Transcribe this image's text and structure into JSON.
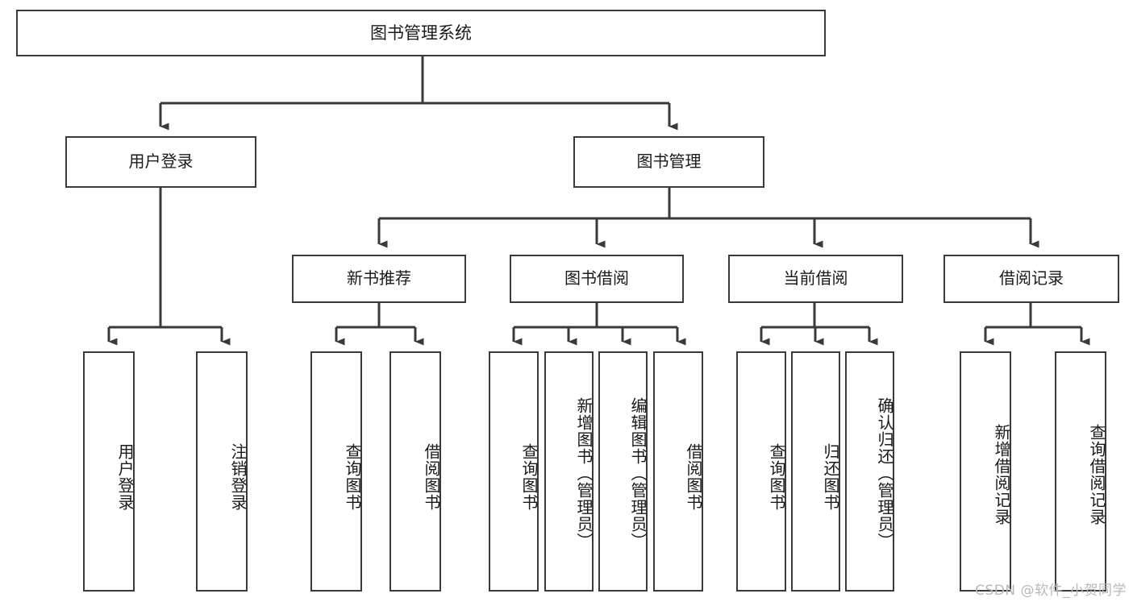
{
  "diagram": {
    "title": "图书管理系统",
    "type": "tree",
    "orientation": "top-down",
    "line_color": "#3a3a3a",
    "box_fill": "#ffffff",
    "text_color": "#1a1a1a",
    "nodes": {
      "root": {
        "label": "图书管理系统"
      },
      "level2": [
        {
          "id": "user-login",
          "label": "用户登录"
        },
        {
          "id": "book-manage",
          "label": "图书管理"
        }
      ],
      "level3": [
        {
          "id": "new-book-rec",
          "label": "新书推荐"
        },
        {
          "id": "book-borrow",
          "label": "图书借阅"
        },
        {
          "id": "current-borrow",
          "label": "当前借阅"
        },
        {
          "id": "borrow-record",
          "label": "借阅记录"
        }
      ],
      "leaves": [
        {
          "id": "leaf-user-login",
          "label": "用户登录",
          "parent": "user-login"
        },
        {
          "id": "leaf-user-logout",
          "label": "注销登录",
          "parent": "user-login"
        },
        {
          "id": "leaf-query-book-rec",
          "label": "查询图书",
          "parent": "new-book-rec"
        },
        {
          "id": "leaf-borrow-book-rec",
          "label": "借阅图书",
          "parent": "new-book-rec"
        },
        {
          "id": "leaf-query-book-borrow",
          "label": "查询图书",
          "parent": "book-borrow"
        },
        {
          "id": "leaf-add-book",
          "label": "新增图书（管理员）",
          "parent": "book-borrow"
        },
        {
          "id": "leaf-edit-book",
          "label": "编辑图书（管理员）",
          "parent": "book-borrow"
        },
        {
          "id": "leaf-borrow-book",
          "label": "借阅图书",
          "parent": "book-borrow"
        },
        {
          "id": "leaf-query-book-current",
          "label": "查询图书",
          "parent": "current-borrow"
        },
        {
          "id": "leaf-return-book",
          "label": "归还图书",
          "parent": "current-borrow"
        },
        {
          "id": "leaf-confirm-return",
          "label": "确认归还（管理员）",
          "parent": "current-borrow"
        },
        {
          "id": "leaf-add-record",
          "label": "新增借阅记录",
          "parent": "borrow-record"
        },
        {
          "id": "leaf-query-record",
          "label": "查询借阅记录",
          "parent": "borrow-record"
        }
      ]
    }
  },
  "watermark": {
    "text": "CSDN @软件_小贺同学"
  }
}
